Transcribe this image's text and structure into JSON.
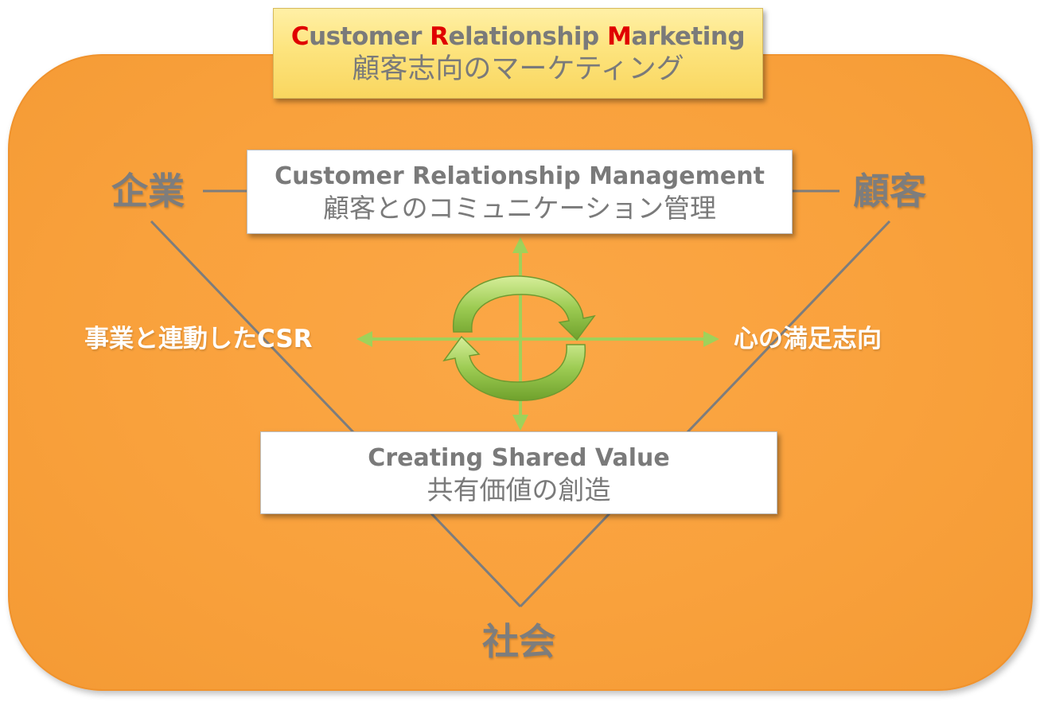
{
  "title": {
    "line1": [
      {
        "text": "C",
        "accent": true
      },
      {
        "text": "ustomer ",
        "accent": false
      },
      {
        "text": "R",
        "accent": true
      },
      {
        "text": "elationship ",
        "accent": false
      },
      {
        "text": "M",
        "accent": true
      },
      {
        "text": "arketing",
        "accent": false
      }
    ],
    "line2": "顧客志向のマーケティング"
  },
  "top_box": {
    "en": "Customer Relationship Management",
    "ja": "顧客とのコミュニケーション管理"
  },
  "bottom_box": {
    "en": "Creating Shared Value",
    "ja": "共有価値の創造"
  },
  "nodes": {
    "left": "企業",
    "right": "顧客",
    "bottom": "社会"
  },
  "axis_labels": {
    "left": "事業と連動したCSR",
    "right": "心の満足志向"
  },
  "colors": {
    "panel": "#f9a13c",
    "title_box": "#fde47e",
    "accent_red": "#e00000",
    "text_gray": "#7a7a7a",
    "line_gray": "#7d7d7d",
    "arrow_green": "#9fd25a",
    "cycle_green": "#8cbf3f"
  },
  "icons": {
    "cycle": "refresh-cycle-icon"
  }
}
